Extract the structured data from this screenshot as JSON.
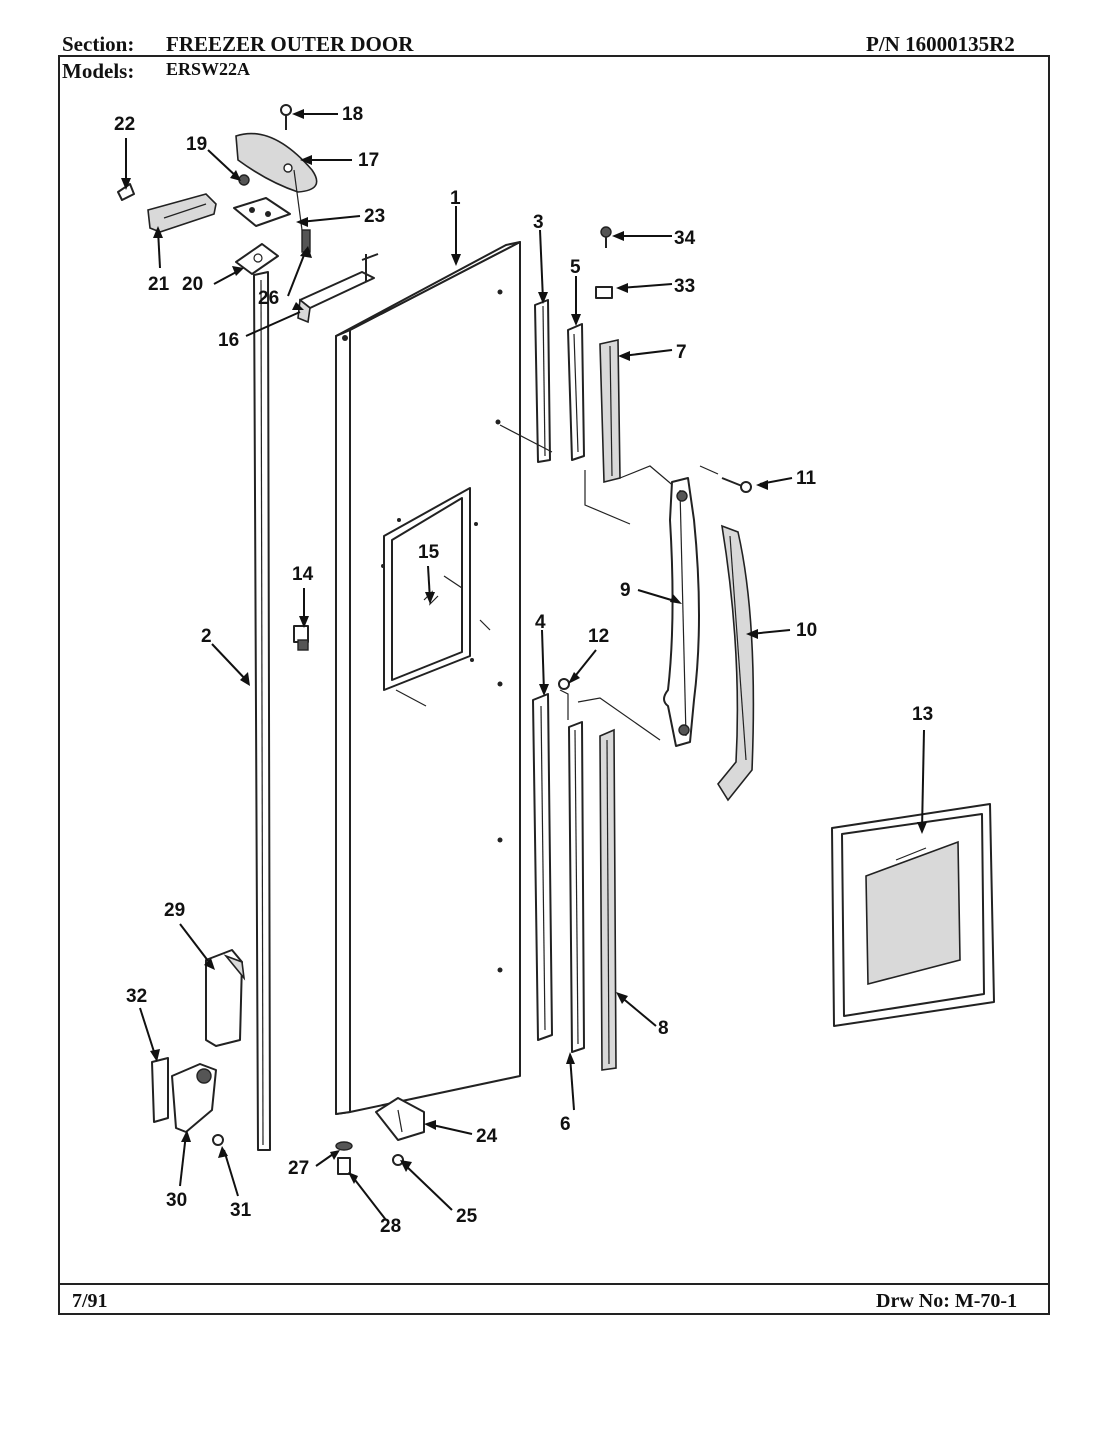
{
  "header": {
    "section_label": "Section:",
    "section_value": "FREEZER OUTER DOOR",
    "part_number": "P/N 16000135R2",
    "models_label": "Models:",
    "models_value": "ERSW22A"
  },
  "footer": {
    "date": "7/91",
    "drawing_number": "Drw No: M-70-1"
  },
  "callouts": {
    "c1": "1",
    "c2": "2",
    "c3": "3",
    "c4": "4",
    "c5": "5",
    "c6": "6",
    "c7": "7",
    "c8": "8",
    "c9": "9",
    "c10": "10",
    "c11": "11",
    "c12": "12",
    "c13": "13",
    "c14": "14",
    "c15": "15",
    "c16": "16",
    "c17": "17",
    "c18": "18",
    "c19": "19",
    "c20": "20",
    "c21": "21",
    "c22": "22",
    "c23": "23",
    "c24": "24",
    "c25": "25",
    "c26": "26",
    "c27": "27",
    "c28": "28",
    "c29": "29",
    "c30": "30",
    "c31": "31",
    "c32": "32",
    "c33": "33",
    "c34": "34"
  }
}
